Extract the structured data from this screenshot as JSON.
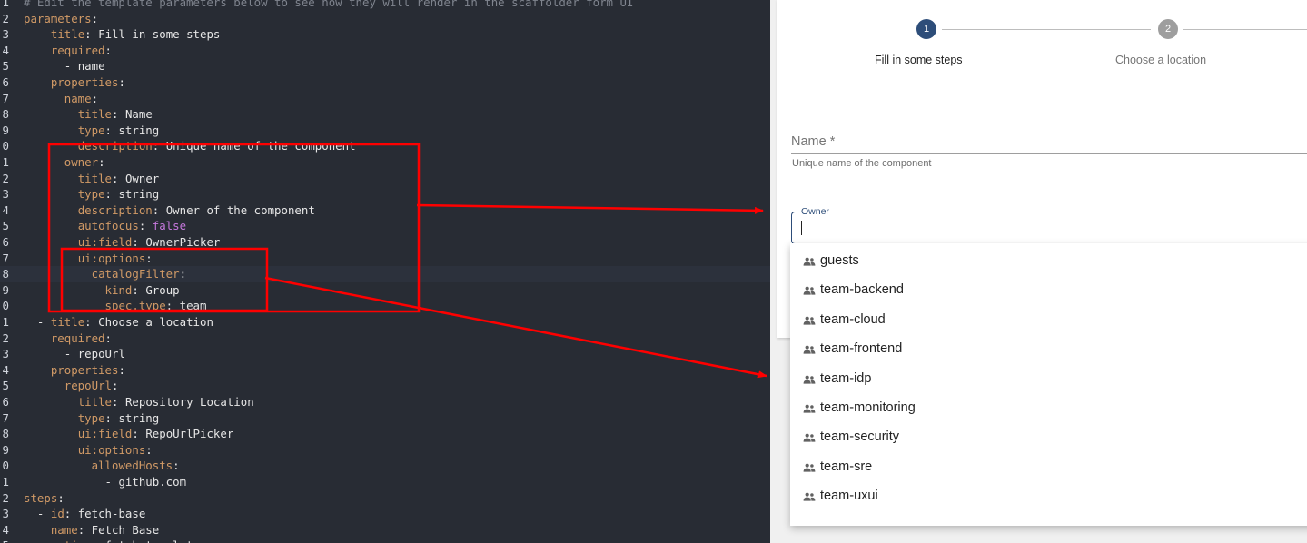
{
  "editor": {
    "lines": [
      {
        "num": "1",
        "html": "<span class=\"c\"># Edit the template parameters below to see how they will render in the scaffolder form UI</span>"
      },
      {
        "num": "2",
        "html": "<span class=\"k\">parameters</span><span class=\"p\">:</span>"
      },
      {
        "num": "3",
        "html": "  <span class=\"p\">-</span> <span class=\"k\">title</span><span class=\"p\">:</span> <span class=\"s\">Fill in some steps</span>"
      },
      {
        "num": "4",
        "html": "    <span class=\"k\">required</span><span class=\"p\">:</span>"
      },
      {
        "num": "5",
        "html": "      <span class=\"p\">-</span> <span class=\"s\">name</span>"
      },
      {
        "num": "6",
        "html": "    <span class=\"k\">properties</span><span class=\"p\">:</span>"
      },
      {
        "num": "7",
        "html": "      <span class=\"k\">name</span><span class=\"p\">:</span>"
      },
      {
        "num": "8",
        "html": "        <span class=\"k\">title</span><span class=\"p\">:</span> <span class=\"s\">Name</span>"
      },
      {
        "num": "9",
        "html": "        <span class=\"k\">type</span><span class=\"p\">:</span> <span class=\"s\">string</span>"
      },
      {
        "num": "0",
        "html": "        <span class=\"k\">description</span><span class=\"p\">:</span> <span class=\"s\">Unique name of the component</span>"
      },
      {
        "num": "1",
        "html": "      <span class=\"k\">owner</span><span class=\"p\">:</span>"
      },
      {
        "num": "2",
        "html": "        <span class=\"k\">title</span><span class=\"p\">:</span> <span class=\"s\">Owner</span>"
      },
      {
        "num": "3",
        "html": "        <span class=\"k\">type</span><span class=\"p\">:</span> <span class=\"s\">string</span>"
      },
      {
        "num": "4",
        "html": "        <span class=\"k\">description</span><span class=\"p\">:</span> <span class=\"s\">Owner of the component</span>"
      },
      {
        "num": "5",
        "html": "        <span class=\"k\">autofocus</span><span class=\"p\">:</span> <span class=\"b\">false</span>"
      },
      {
        "num": "6",
        "html": "        <span class=\"k\">ui:field</span><span class=\"p\">:</span> <span class=\"s\">OwnerPicker</span>"
      },
      {
        "num": "7",
        "html": "        <span class=\"k\">ui:options</span><span class=\"p\">:</span>"
      },
      {
        "num": "8",
        "html": "          <span class=\"k\">catalogFilter</span><span class=\"p\">:</span>"
      },
      {
        "num": "9",
        "html": "            <span class=\"k\">kind</span><span class=\"p\">:</span> <span class=\"s\">Group</span>"
      },
      {
        "num": "0",
        "html": "            <span class=\"k\">spec.type</span><span class=\"p\">:</span> <span class=\"s\">team</span>"
      },
      {
        "num": "1",
        "html": "  <span class=\"p\">-</span> <span class=\"k\">title</span><span class=\"p\">:</span> <span class=\"s\">Choose a location</span>"
      },
      {
        "num": "2",
        "html": "    <span class=\"k\">required</span><span class=\"p\">:</span>"
      },
      {
        "num": "3",
        "html": "      <span class=\"p\">-</span> <span class=\"s\">repoUrl</span>"
      },
      {
        "num": "4",
        "html": "    <span class=\"k\">properties</span><span class=\"p\">:</span>"
      },
      {
        "num": "5",
        "html": "      <span class=\"k\">repoUrl</span><span class=\"p\">:</span>"
      },
      {
        "num": "6",
        "html": "        <span class=\"k\">title</span><span class=\"p\">:</span> <span class=\"s\">Repository Location</span>"
      },
      {
        "num": "7",
        "html": "        <span class=\"k\">type</span><span class=\"p\">:</span> <span class=\"s\">string</span>"
      },
      {
        "num": "8",
        "html": "        <span class=\"k\">ui:field</span><span class=\"p\">:</span> <span class=\"s\">RepoUrlPicker</span>"
      },
      {
        "num": "9",
        "html": "        <span class=\"k\">ui:options</span><span class=\"p\">:</span>"
      },
      {
        "num": "0",
        "html": "          <span class=\"k\">allowedHosts</span><span class=\"p\">:</span>"
      },
      {
        "num": "1",
        "html": "            <span class=\"p\">-</span> <span class=\"s\">github.com</span>"
      },
      {
        "num": "2",
        "html": "<span class=\"k\">steps</span><span class=\"p\">:</span>"
      },
      {
        "num": "3",
        "html": "  <span class=\"p\">-</span> <span class=\"k\">id</span><span class=\"p\">:</span> <span class=\"s\">fetch-base</span>"
      },
      {
        "num": "4",
        "html": "    <span class=\"k\">name</span><span class=\"p\">:</span> <span class=\"s\">Fetch Base</span>"
      },
      {
        "num": "5",
        "html": "    <span class=\"k\">action</span><span class=\"p\">:</span> <span class=\"s\">fetch:template</span>"
      }
    ]
  },
  "stepper": {
    "steps": [
      {
        "number": "1",
        "label": "Fill in some steps",
        "active": true
      },
      {
        "number": "2",
        "label": "Choose a location",
        "active": false
      }
    ]
  },
  "form": {
    "name_label": "Name",
    "name_required_mark": " *",
    "name_helper": "Unique name of the component",
    "owner_label": "Owner",
    "owner_value": ""
  },
  "owner_options": [
    {
      "label": "guests",
      "icon": "group-icon"
    },
    {
      "label": "team-backend",
      "icon": "group-icon"
    },
    {
      "label": "team-cloud",
      "icon": "group-icon"
    },
    {
      "label": "team-frontend",
      "icon": "group-icon"
    },
    {
      "label": "team-idp",
      "icon": "group-icon"
    },
    {
      "label": "team-monitoring",
      "icon": "group-icon"
    },
    {
      "label": "team-security",
      "icon": "group-icon"
    },
    {
      "label": "team-sre",
      "icon": "group-icon"
    },
    {
      "label": "team-uxui",
      "icon": "group-icon"
    }
  ],
  "colors": {
    "editor_bg": "#282c34",
    "key": "#d19a66",
    "boolean": "#c678dd",
    "step_active": "#2d4d79",
    "step_inactive": "#9e9e9e",
    "annotation": "#ff0000"
  }
}
